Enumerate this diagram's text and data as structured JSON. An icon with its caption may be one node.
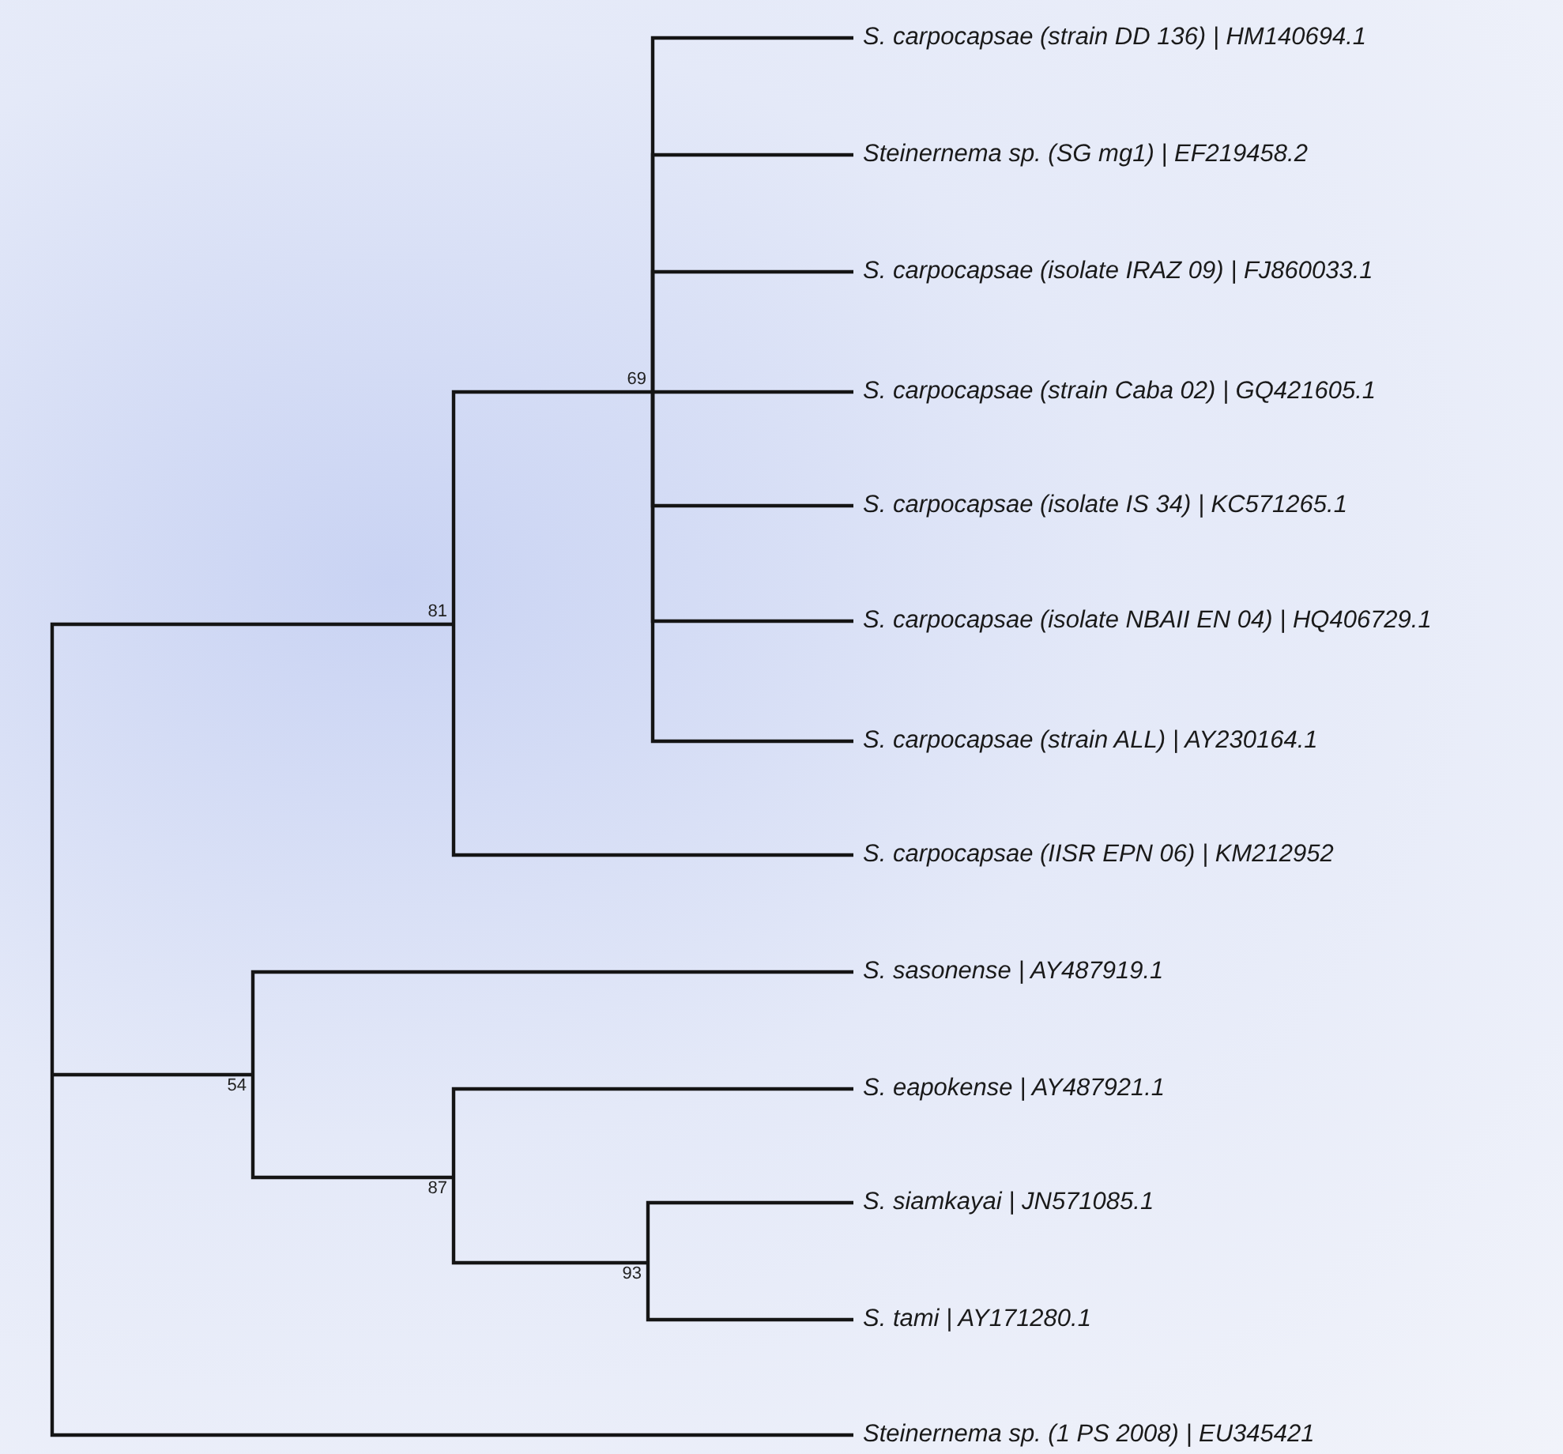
{
  "diagram": {
    "nodes": [
      {
        "text": [
          "S. carpocapsae (strain DD 136) | HM140694.1"
        ]
      },
      {
        "text": [
          "Steinernema sp. (SG mg1) | EF219458.2"
        ]
      },
      {
        "text": [
          "S. carpocapsae (isolate IRAZ 09) | FJ860033.1"
        ]
      },
      {
        "text": [
          "69"
        ]
      },
      {
        "text": [
          "S. carpocapsae (strain Caba 02) | GQ421605.1"
        ]
      },
      {
        "text": [
          "S. carpocapsae (isolate IS 34) | KC571265.1"
        ]
      },
      {
        "text": [
          "81"
        ]
      },
      {
        "text": [
          "S. carpocapsae (isolate NBAII EN 04) | HQ406729.1"
        ]
      },
      {
        "text": [
          "S. carpocapsae (strain ALL) | AY230164.1"
        ]
      },
      {
        "text": [
          "S. carpocapsae (IISR EPN 06) | KM212952"
        ]
      },
      {
        "text": [
          "S. sasonense | AY487919.1"
        ]
      },
      {
        "text": [
          "54"
        ]
      },
      {
        "text": [
          "S. eapokense | AY487921.1"
        ]
      },
      {
        "text": [
          "87"
        ]
      },
      {
        "text": [
          "S. siamkayai | JN571085.1"
        ]
      },
      {
        "text": [
          "93"
        ]
      },
      {
        "text": [
          "S. tami | AY171280.1"
        ]
      },
      {
        "text": [
          "Steinernema sp. (1 PS 2008) | EU345421"
        ]
      }
    ],
    "edges": [
      {
        "from": 3,
        "to": 0,
        "arrow": "none"
      },
      {
        "from": 3,
        "to": 1,
        "arrow": "none"
      },
      {
        "from": 3,
        "to": 2,
        "arrow": "none"
      },
      {
        "from": 3,
        "to": 4,
        "arrow": "none"
      },
      {
        "from": 3,
        "to": 5,
        "arrow": "none"
      },
      {
        "from": 3,
        "to": 7,
        "arrow": "none"
      },
      {
        "from": 3,
        "to": 8,
        "arrow": "none"
      },
      {
        "from": 6,
        "to": 3,
        "arrow": "none"
      },
      {
        "from": 6,
        "to": 9,
        "arrow": "none"
      },
      {
        "from": null,
        "to": 6,
        "arrow": "none"
      },
      {
        "from": null,
        "to": 11,
        "arrow": "none"
      },
      {
        "from": null,
        "to": 17,
        "arrow": "none"
      },
      {
        "from": 11,
        "to": 10,
        "arrow": "none"
      },
      {
        "from": 11,
        "to": 13,
        "arrow": "none"
      },
      {
        "from": 13,
        "to": 12,
        "arrow": "none"
      },
      {
        "from": 13,
        "to": 15,
        "arrow": "none"
      },
      {
        "from": 15,
        "to": 14,
        "arrow": "none"
      },
      {
        "from": 15,
        "to": 16,
        "arrow": "none"
      }
    ]
  }
}
